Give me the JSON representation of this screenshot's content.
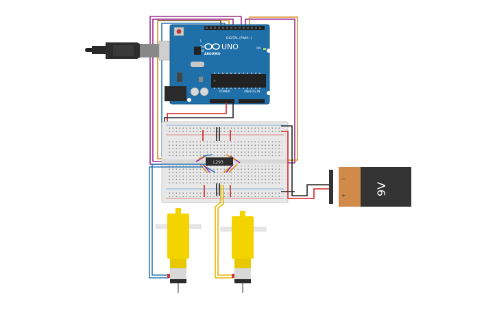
{
  "arduino": {
    "model": "UNO",
    "brand": "ARDUINO",
    "digital_header_label": "DIGITAL (PWM~)",
    "power_label": "POWER",
    "analog_label": "ANALOG IN",
    "tx_label": "TX",
    "rx_label": "RX",
    "l_label": "L",
    "on_label": "ON"
  },
  "ic": {
    "label": "L293"
  },
  "battery": {
    "voltage_label": "9V",
    "minus_label": "−",
    "plus_label": "+"
  },
  "colors": {
    "arduino_board": "#1f6fa8",
    "breadboard": "#e8e8e8",
    "battery_copper": "#d08a4a",
    "battery_body": "#333333",
    "motor_yellow": "#f3d400",
    "wire_purple": "#9c2a8e",
    "wire_orange": "#d98a1e",
    "wire_blue": "#2a78b8",
    "wire_yellow": "#e6b400",
    "wire_red": "#d42121",
    "wire_black": "#222222"
  }
}
